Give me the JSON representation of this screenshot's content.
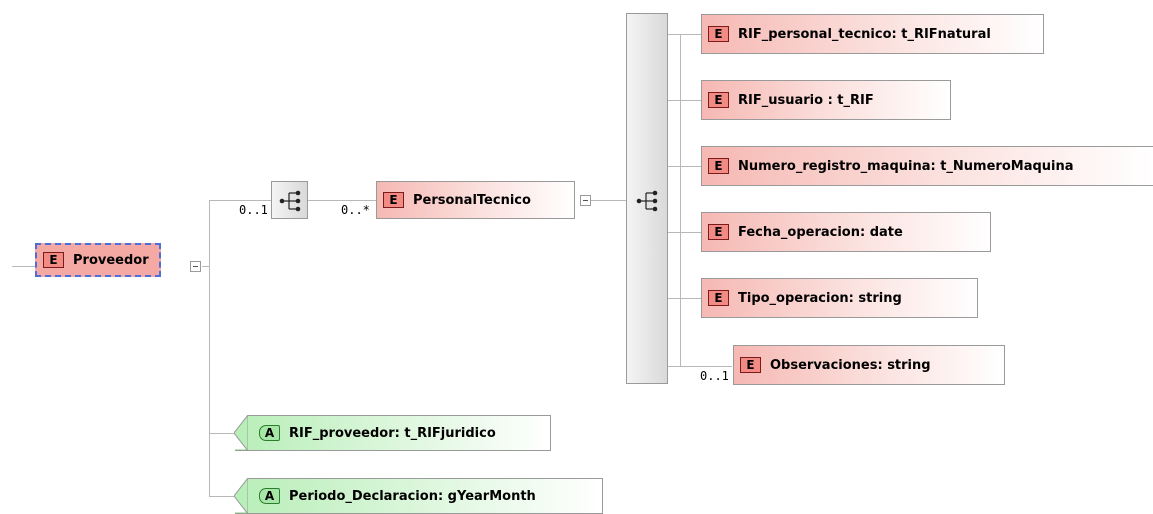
{
  "root": {
    "badge": "E",
    "label": "Proveedor"
  },
  "sequence_group": {
    "multiplicity": "0..1"
  },
  "personal_tecnico": {
    "badge": "E",
    "label": "PersonalTecnico",
    "multiplicity": "0..*"
  },
  "children": [
    {
      "badge": "E",
      "label": "RIF_personal_tecnico: t_RIFnatural",
      "multiplicity": ""
    },
    {
      "badge": "E",
      "label": "RIF_usuario : t_RIF",
      "multiplicity": ""
    },
    {
      "badge": "E",
      "label": "Numero_registro_maquina: t_NumeroMaquina",
      "multiplicity": ""
    },
    {
      "badge": "E",
      "label": "Fecha_operacion: date",
      "multiplicity": ""
    },
    {
      "badge": "E",
      "label": "Tipo_operacion: string",
      "multiplicity": ""
    },
    {
      "badge": "E",
      "label": "Observaciones: string",
      "multiplicity": "0..1"
    }
  ],
  "attributes": [
    {
      "badge": "A",
      "label": "RIF_proveedor: t_RIFjuridico"
    },
    {
      "badge": "A",
      "label": "Periodo_Declaracion: gYearMonth"
    }
  ],
  "icons": {
    "expander": "collapse-minus-icon",
    "sequence": "sequence-compositor-icon"
  }
}
